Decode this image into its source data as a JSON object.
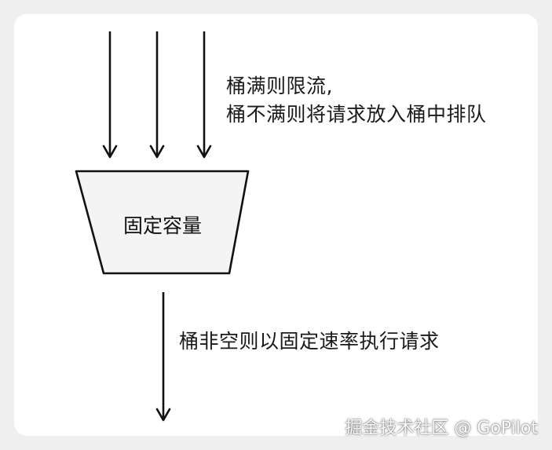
{
  "bucket": {
    "label": "固定容量",
    "fill": "#f4f4f4",
    "stroke": "#111111"
  },
  "inflow_note": {
    "line1": "桶满则限流,",
    "line2": "桶不满则将请求放入桶中排队"
  },
  "outflow_note": "桶非空则以固定速率执行请求",
  "watermark": "掘金技术社区 @ GoPilot",
  "colors": {
    "background": "#efefef",
    "card": "#ffffff",
    "ink": "#111111"
  }
}
